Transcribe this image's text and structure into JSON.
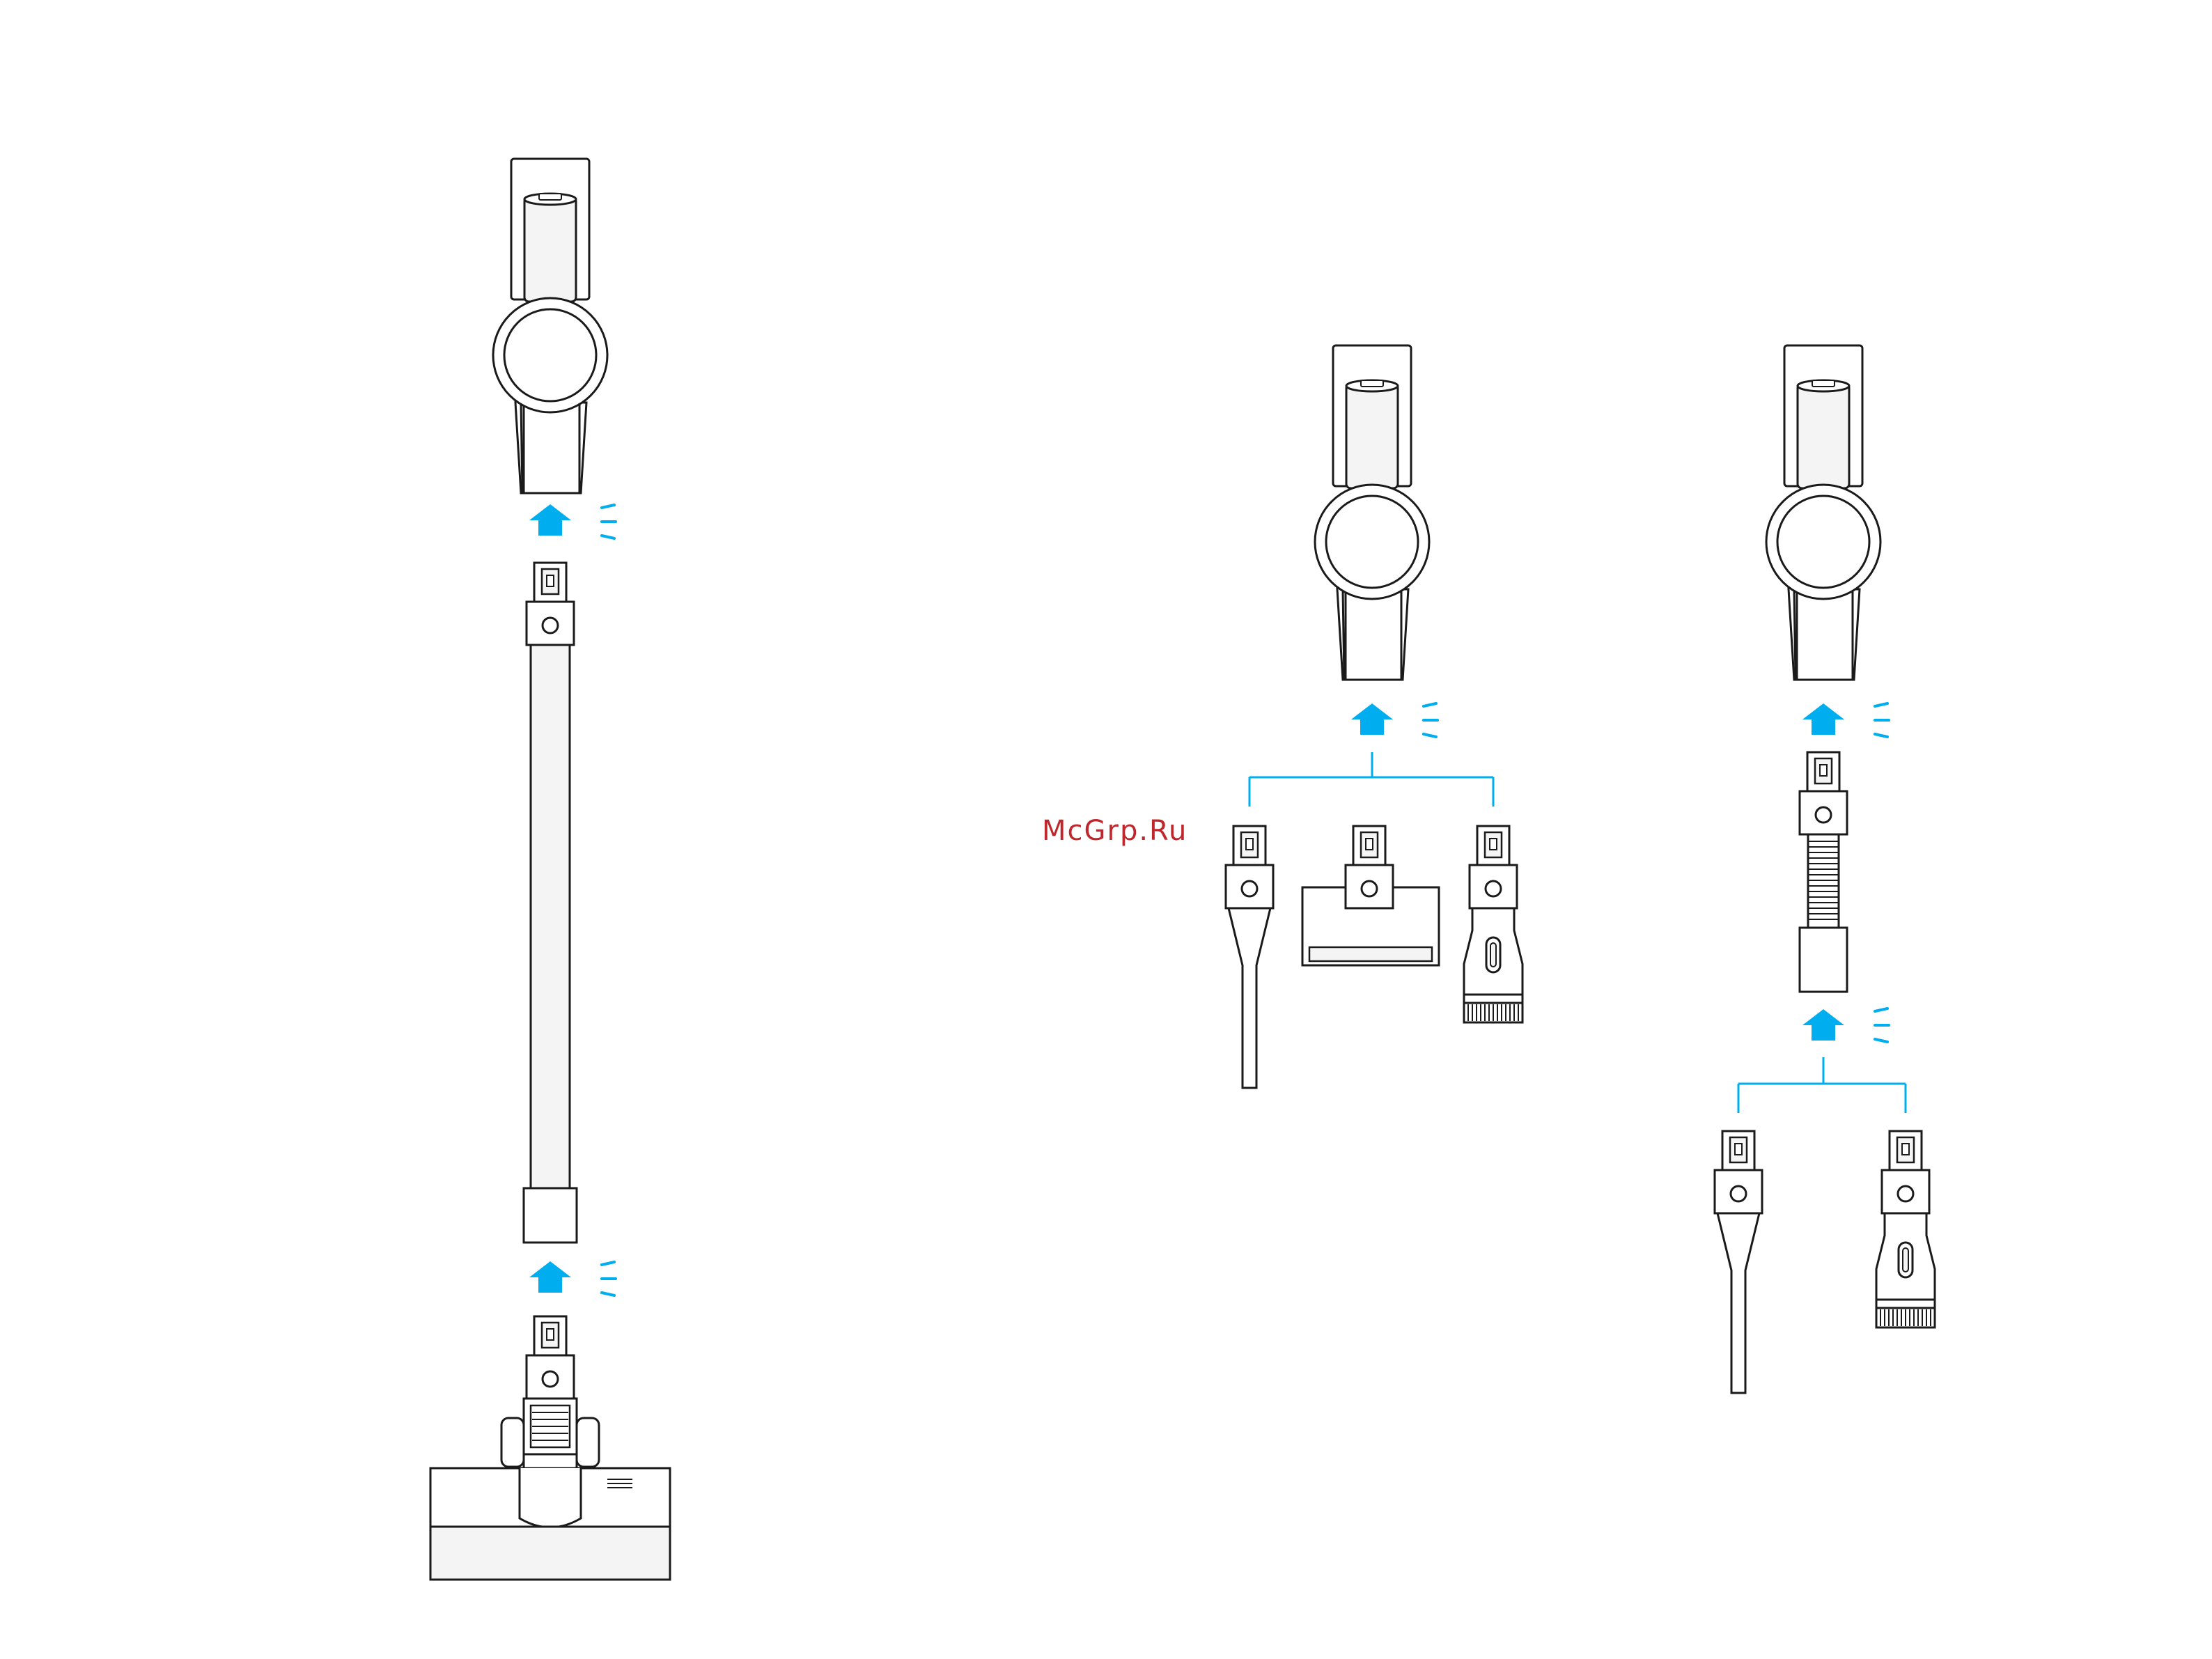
{
  "watermark": {
    "text": "McGrp.Ru",
    "color": "#c0272d"
  },
  "colors": {
    "line": "#1a1a1a",
    "accent": "#00aeef",
    "background": "#ffffff",
    "light_fill": "#f4f4f4"
  },
  "icons": {
    "arrow": "arrow-up-icon",
    "click": "click-sound-icon"
  },
  "assemblies": [
    {
      "name": "floor-brush-assembly",
      "parts": [
        "main-body",
        "extension-tube",
        "floor-brush"
      ]
    },
    {
      "name": "handheld-tool-assembly",
      "parts": [
        "main-body",
        "crevice-tool",
        "mini-motorized-brush",
        "two-in-one-brush"
      ]
    },
    {
      "name": "flexible-hose-assembly",
      "parts": [
        "main-body",
        "flexible-hose",
        "crevice-tool",
        "two-in-one-brush"
      ]
    }
  ]
}
